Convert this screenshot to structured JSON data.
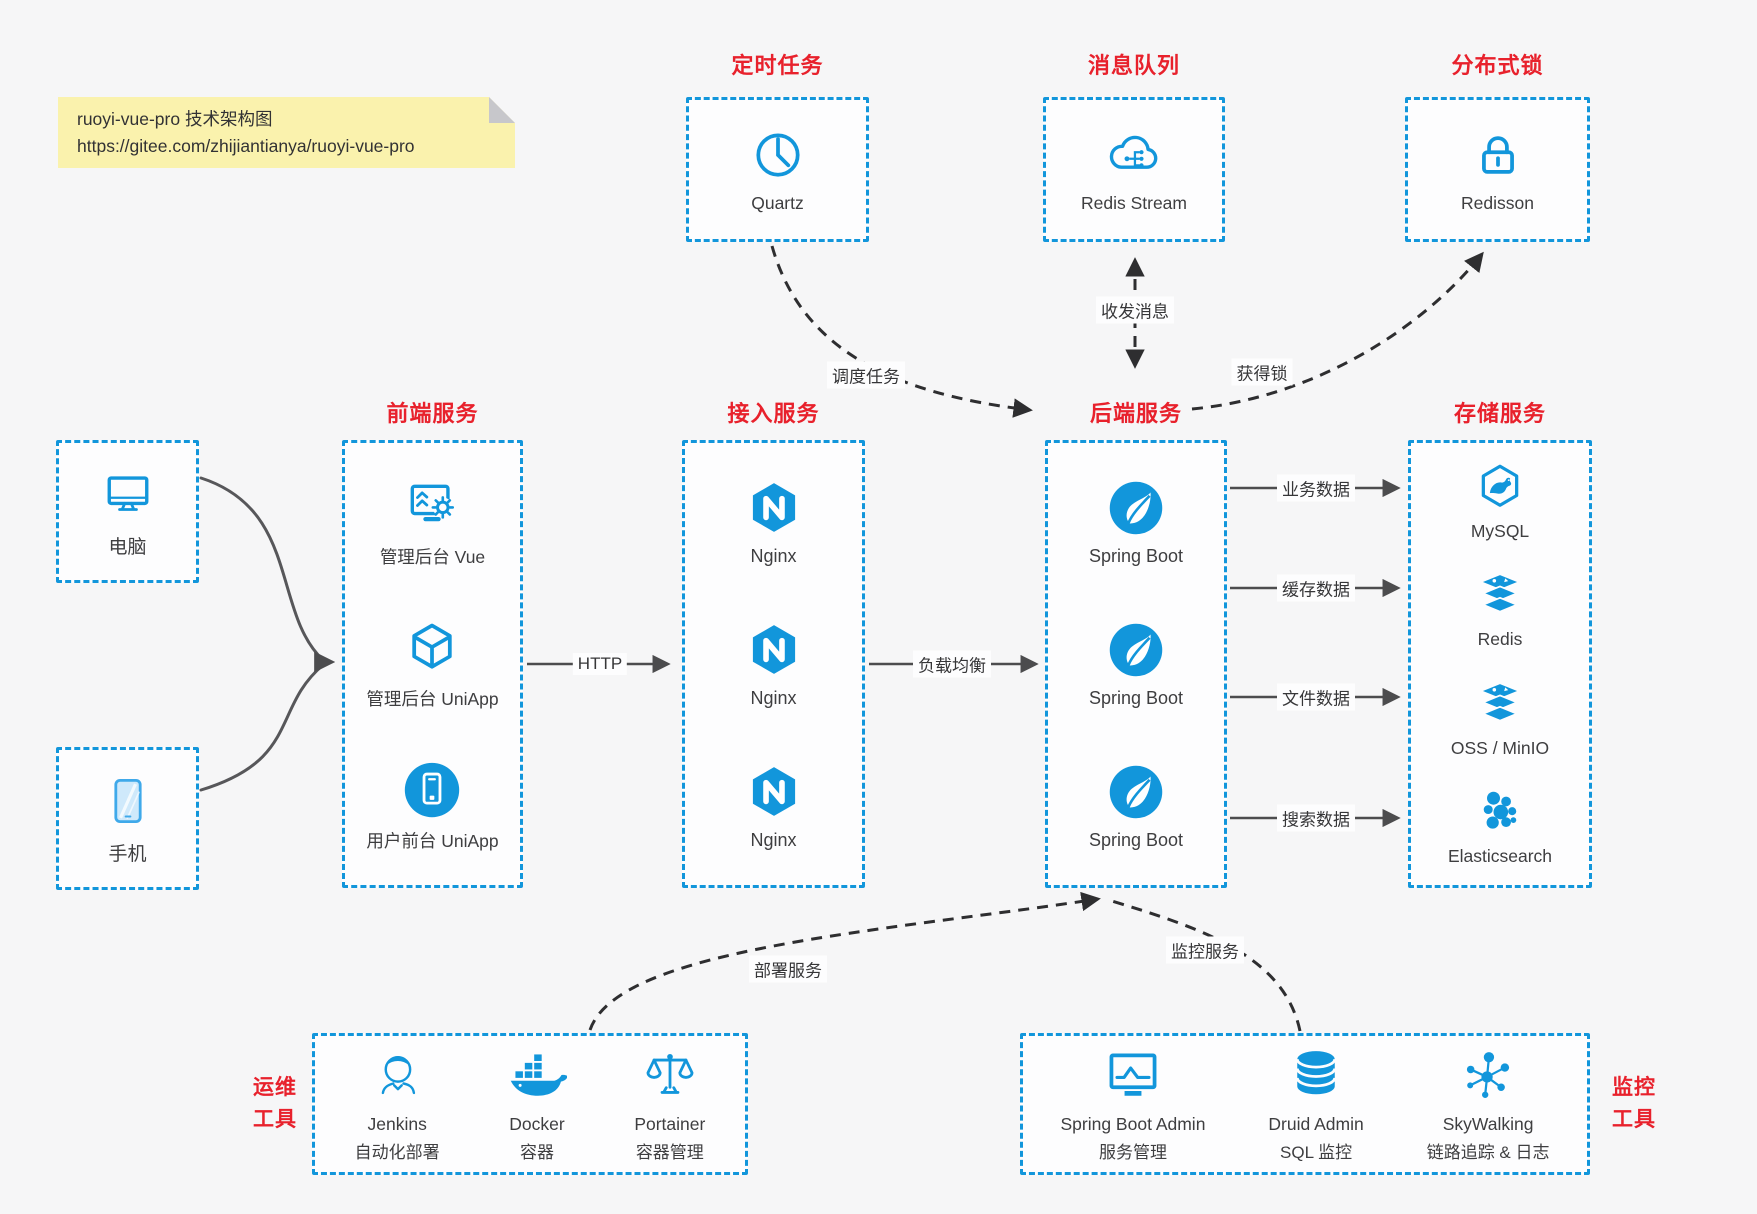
{
  "note": {
    "line1": "ruoyi-vue-pro 技术架构图",
    "line2": "https://gitee.com/zhijiantianya/ruoyi-vue-pro"
  },
  "colors": {
    "accent_blue": "#1296db",
    "title_red": "#e8212c",
    "dashed_arrow": "#2e2e30",
    "solid_arrow": "#4c4c4e",
    "note_yellow": "#faf2ad",
    "background": "#f6f6f7"
  },
  "top_services": [
    {
      "title": "定时任务",
      "icon": "clock-icon",
      "label": "Quartz"
    },
    {
      "title": "消息队列",
      "icon": "cloud-stream-icon",
      "label": "Redis Stream"
    },
    {
      "title": "分布式锁",
      "icon": "lock-icon",
      "label": "Redisson"
    }
  ],
  "clients": [
    {
      "icon": "desktop-icon",
      "label": "电脑"
    },
    {
      "icon": "smartphone-icon",
      "label": "手机"
    }
  ],
  "service_columns": [
    {
      "title": "前端服务",
      "items": [
        {
          "icon": "admin-vue-icon",
          "label": "管理后台 Vue"
        },
        {
          "icon": "uniapp-cube-icon",
          "label": "管理后台 UniApp"
        },
        {
          "icon": "user-app-icon",
          "label": "用户前台 UniApp"
        }
      ]
    },
    {
      "title": "接入服务",
      "items": [
        {
          "icon": "nginx-icon",
          "label": "Nginx"
        },
        {
          "icon": "nginx-icon",
          "label": "Nginx"
        },
        {
          "icon": "nginx-icon",
          "label": "Nginx"
        }
      ]
    },
    {
      "title": "后端服务",
      "items": [
        {
          "icon": "spring-boot-icon",
          "label": "Spring Boot"
        },
        {
          "icon": "spring-boot-icon",
          "label": "Spring Boot"
        },
        {
          "icon": "spring-boot-icon",
          "label": "Spring Boot"
        }
      ]
    },
    {
      "title": "存储服务",
      "items": [
        {
          "icon": "mysql-icon",
          "label": "MySQL"
        },
        {
          "icon": "redis-stack-icon",
          "label": "Redis"
        },
        {
          "icon": "oss-stack-icon",
          "label": "OSS / MinIO"
        },
        {
          "icon": "elasticsearch-icon",
          "label": "Elasticsearch"
        }
      ]
    }
  ],
  "tool_groups": [
    {
      "side_label_line1": "运维",
      "side_label_line2": "工具",
      "items": [
        {
          "icon": "jenkins-icon",
          "label": "Jenkins",
          "sub": "自动化部署"
        },
        {
          "icon": "docker-icon",
          "label": "Docker",
          "sub": "容器"
        },
        {
          "icon": "portainer-icon",
          "label": "Portainer",
          "sub": "容器管理"
        }
      ]
    },
    {
      "side_label_line1": "监控",
      "side_label_line2": "工具",
      "items": [
        {
          "icon": "spring-boot-admin-icon",
          "label": "Spring Boot Admin",
          "sub": "服务管理"
        },
        {
          "icon": "druid-icon",
          "label": "Druid Admin",
          "sub": "SQL 监控"
        },
        {
          "icon": "skywalking-icon",
          "label": "SkyWalking",
          "sub": "链路追踪 & 日志"
        }
      ]
    }
  ],
  "edge_labels": {
    "http": "HTTP",
    "load_balance": "负载均衡",
    "business_data": "业务数据",
    "cache_data": "缓存数据",
    "file_data": "文件数据",
    "search_data": "搜索数据",
    "schedule_task": "调度任务",
    "message": "收发消息",
    "lock": "获得锁",
    "deploy": "部署服务",
    "monitor": "监控服务"
  }
}
